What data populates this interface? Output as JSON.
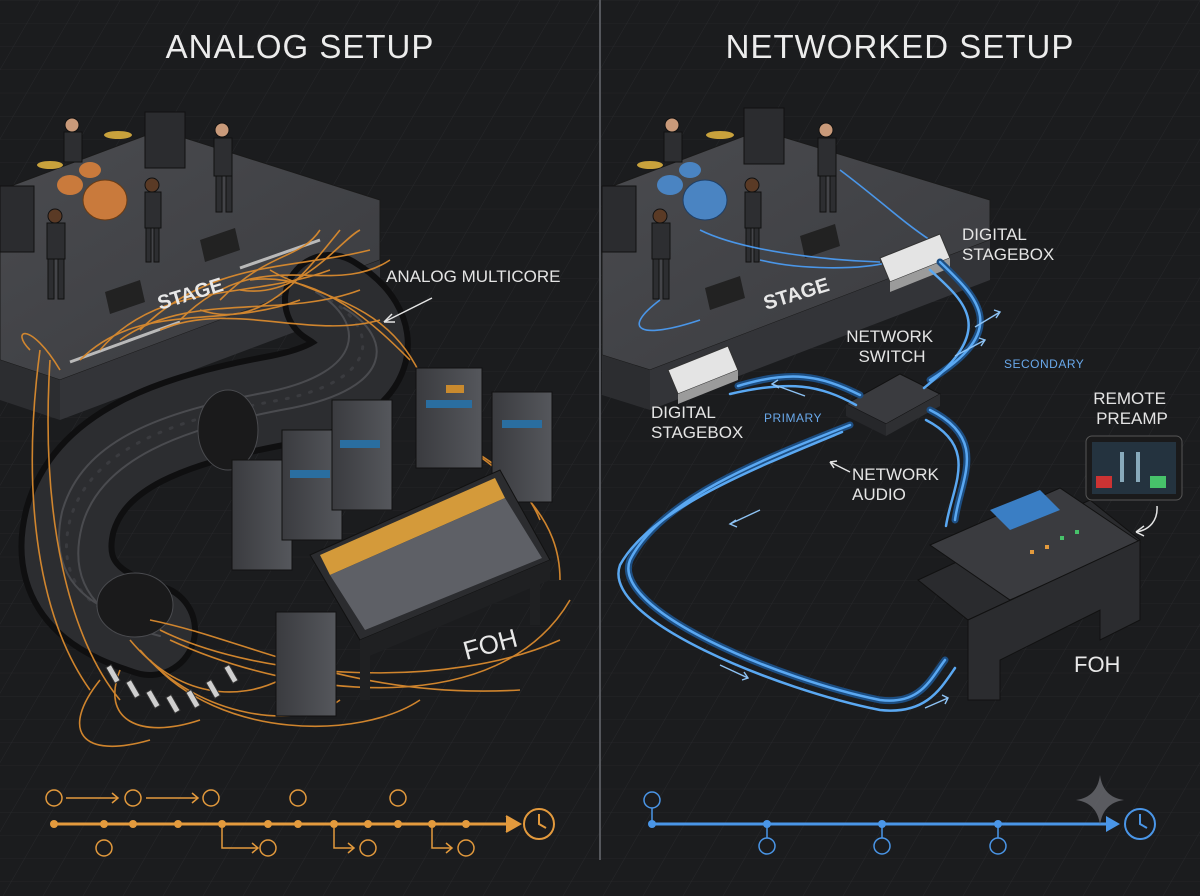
{
  "left": {
    "title": "ANALOG SETUP",
    "stage_label": "STAGE",
    "multicore_label": "ANALOG MULTICORE",
    "foh_label": "FOH",
    "accent": "#e39a3d"
  },
  "right": {
    "title": "NETWORKED SETUP",
    "stage_label": "STAGE",
    "stagebox_top_label": [
      "DIGITAL",
      "STAGEBOX"
    ],
    "stagebox_left_label": [
      "DIGITAL",
      "STAGEBOX"
    ],
    "switch_label": [
      "NETWORK",
      "SWITCH"
    ],
    "audio_label": [
      "NETWORK",
      "AUDIO"
    ],
    "preamp_label": [
      "REMOTE",
      "PREAMP"
    ],
    "primary_label": "PRIMARY",
    "secondary_label": "SECONDARY",
    "foh_label": "FOH",
    "accent": "#4a96e8"
  },
  "icons": [
    "clock-icon",
    "sparkle-icon",
    "arrow-icon"
  ]
}
